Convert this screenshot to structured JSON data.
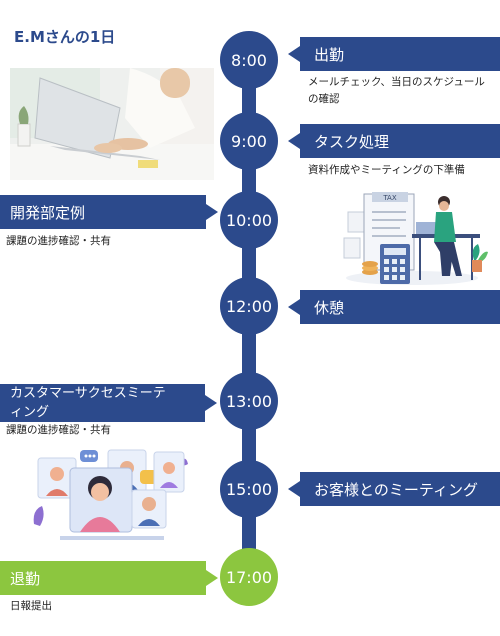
{
  "title": "E.Mさんの1日",
  "schedule": [
    {
      "time": "8:00",
      "label": "出勤",
      "note": "メールチェック、当日のスケジュールの確認"
    },
    {
      "time": "9:00",
      "label": "タスク処理",
      "note": "資料作成やミーティングの下準備"
    },
    {
      "time": "10:00",
      "label": "開発部定例",
      "note": "課題の進捗確認・共有"
    },
    {
      "time": "12:00",
      "label": "休憩",
      "note": ""
    },
    {
      "time": "13:00",
      "label": "カスタマーサクセスミーティング",
      "note": "課題の進捗確認・共有"
    },
    {
      "time": "15:00",
      "label": "お客様とのミーティング",
      "note": ""
    },
    {
      "time": "17:00",
      "label": "退勤",
      "note": "日報提出"
    }
  ],
  "tax_label": "TAX",
  "colors": {
    "navy": "#2c4a8c",
    "green": "#8cc63f"
  }
}
